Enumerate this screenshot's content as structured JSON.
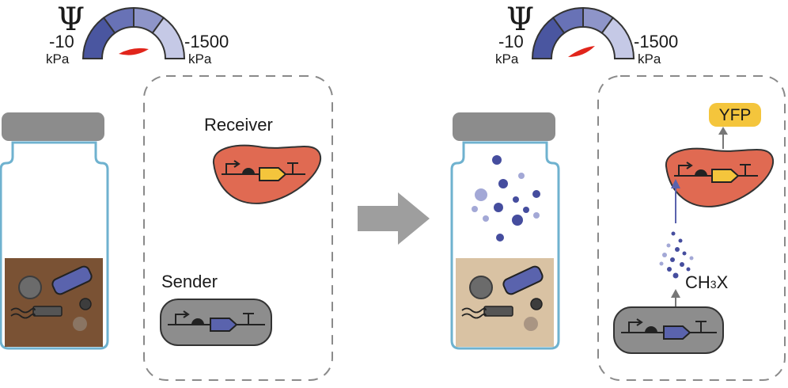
{
  "gauge": {
    "symbol": "Ψ",
    "low_value": "-10",
    "low_unit": "kPa",
    "high_value": "-1500",
    "high_unit": "kPa",
    "left_level": 0.3,
    "right_level": 0.42
  },
  "left_panel": {
    "receiver_label": "Receiver",
    "sender_label": "Sender"
  },
  "right_panel": {
    "reporter_label": "YFP",
    "gas_label_main": "CH",
    "gas_label_sub": "3",
    "gas_label_end": "X"
  },
  "colors": {
    "soil_wet": "#7a5234",
    "soil_dry": "#d9c2a3",
    "vial_outline": "#6fb2cf",
    "cap": "#8c8c8c",
    "receiver_cell": "#e06a52",
    "sender_cell": "#8d8d8d",
    "gene_blue": "#5a63ad",
    "gene_yellow": "#f4c53c",
    "gas_dot": "#454d9e",
    "needle": "#e1251b",
    "arrow_gray": "#9e9e9e",
    "yfp_box": "#f4c53c"
  }
}
